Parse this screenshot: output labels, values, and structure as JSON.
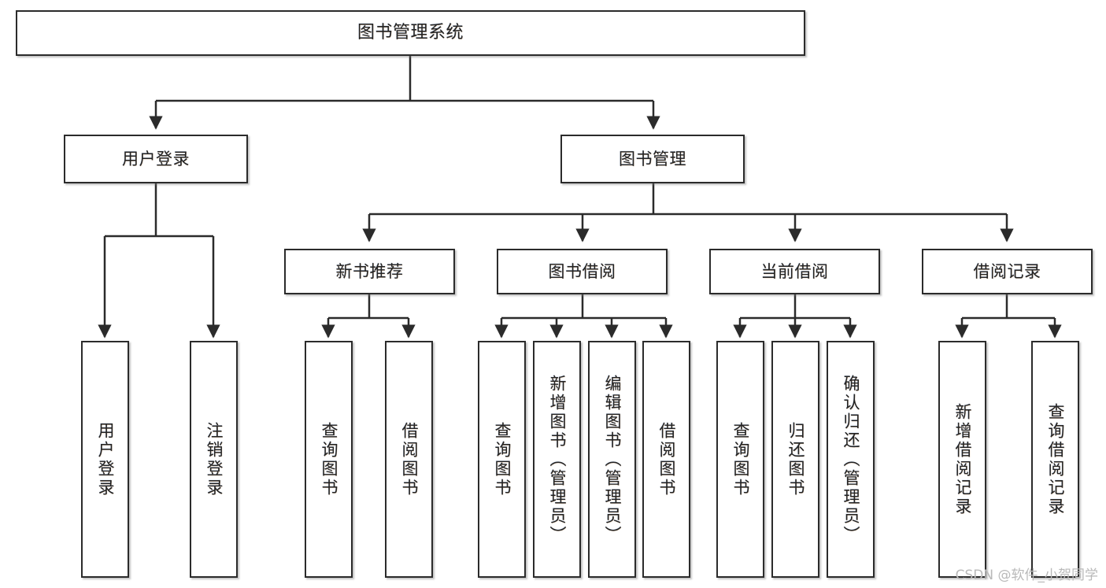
{
  "diagram": {
    "title": "图书管理系统",
    "type": "tree-hierarchy-chart",
    "watermark": "CSDN @软件_小贺同学",
    "colors": {
      "box_border": "#2b2b2b",
      "box_fill": "#ffffff",
      "edge": "#2b2b2b",
      "text": "#232323",
      "watermark": "#b9b9b9"
    },
    "nodes": {
      "root": {
        "label": "图书管理系统"
      },
      "level2": [
        {
          "label": "用户登录"
        },
        {
          "label": "图书管理"
        }
      ],
      "level3": [
        {
          "label": "新书推荐"
        },
        {
          "label": "图书借阅"
        },
        {
          "label": "当前借阅"
        },
        {
          "label": "借阅记录"
        }
      ],
      "leaves": {
        "user_login": [
          {
            "label": "用户登录"
          },
          {
            "label": "注销登录"
          }
        ],
        "new_book_recommend": [
          {
            "label": "查询图书"
          },
          {
            "label": "借阅图书"
          }
        ],
        "book_borrow": [
          {
            "label": "查询图书"
          },
          {
            "label": "新增图书（管理员）"
          },
          {
            "label": "编辑图书（管理员）"
          },
          {
            "label": "借阅图书"
          }
        ],
        "current_borrow": [
          {
            "label": "查询图书"
          },
          {
            "label": "归还图书"
          },
          {
            "label": "确认归还（管理员）"
          }
        ],
        "borrow_record": [
          {
            "label": "新增借阅记录"
          },
          {
            "label": "查询借阅记录"
          }
        ]
      }
    }
  }
}
